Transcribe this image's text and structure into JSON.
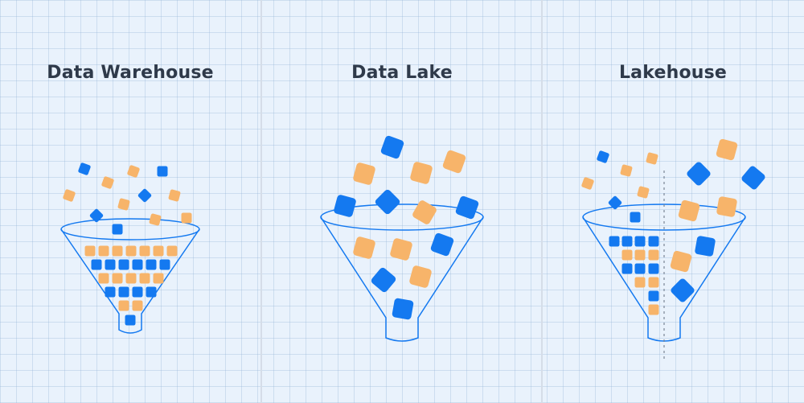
{
  "panels": [
    {
      "title": "Data Warehouse"
    },
    {
      "title": "Data Lake"
    },
    {
      "title": "Lakehouse"
    }
  ],
  "colors": {
    "background": "#e9f2fc",
    "orange": "#f7b46a",
    "blue": "#1479f0",
    "title": "#2f3a4a",
    "divider": "#d5dde8"
  }
}
